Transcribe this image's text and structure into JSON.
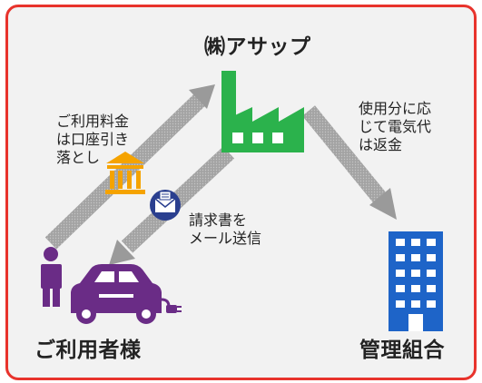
{
  "company": {
    "name": "㈱アサップ"
  },
  "user": {
    "label": "ご利用者様"
  },
  "management": {
    "label": "管理組合"
  },
  "flows": {
    "payment": "ご利用料金\nは口座引き\n落とし",
    "invoice": "請求書を\nメール送信",
    "refund": "使用分に応\nじて電気代\nは返金"
  },
  "colors": {
    "frame_border": "#e8332c",
    "background": "#f2f2f2",
    "factory": "#2bb24c",
    "building": "#1e64c8",
    "user": "#6a2c86",
    "bank": "#f5a300",
    "arrow": "#9a9a9a"
  },
  "icons": [
    "factory-icon",
    "building-icon",
    "person-icon",
    "electric-car-icon",
    "bank-icon",
    "email-icon",
    "arrow-icon"
  ]
}
